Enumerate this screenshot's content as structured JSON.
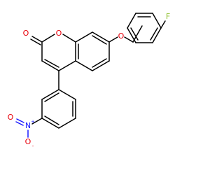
{
  "molecule": {
    "atoms": {
      "ring_oxygen": "O",
      "carbonyl_oxygen": "O",
      "ether_oxygen": "O",
      "fluorine": "F",
      "nitro_nitrogen": "N",
      "nitro_charge_plus": "+",
      "nitro_oxygen_double": "O",
      "nitro_oxygen_single": "O",
      "nitro_charge_minus": "-"
    },
    "colors": {
      "bond": "#000000",
      "oxygen": "#e8000b",
      "nitrogen": "#1a1aff",
      "fluorine": "#90c030"
    }
  }
}
